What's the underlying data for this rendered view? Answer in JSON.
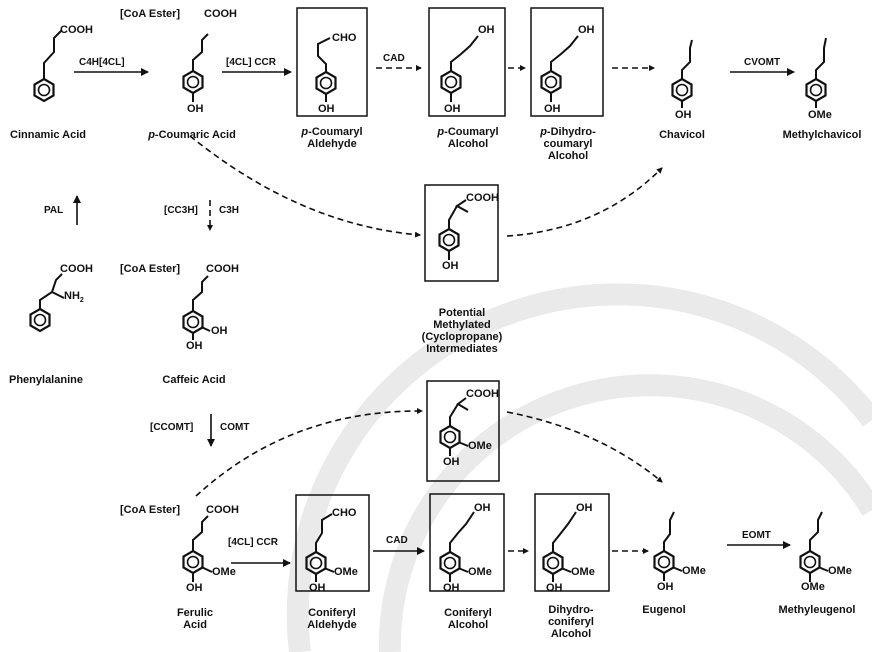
{
  "colors": {
    "ink": "#111111",
    "watermark": "#d9d9d9",
    "background": "#ffffff"
  },
  "compounds": {
    "cinnamic_acid": "Cinnamic Acid",
    "p_coumaric_acid": "p-Coumaric Acid",
    "p_coumaryl_aldehyde": "p-Coumaryl\nAldehyde",
    "p_coumaryl_alcohol": "p-Coumaryl\nAlcohol",
    "p_dihydrocoumaryl_alcohol": "p-Dihydro-\ncoumaryl\nAlcohol",
    "chavicol": "Chavicol",
    "methylchavicol": "Methylchavicol",
    "phenylalanine": "Phenylalanine",
    "caffeic_acid": "Caffeic Acid",
    "intermediates": "Potential\nMethylated\n(Cyclopropane)\nIntermediates",
    "ferulic_acid": "Ferulic\nAcid",
    "coniferyl_aldehyde": "Coniferyl\nAldehyde",
    "coniferyl_alcohol": "Coniferyl\nAlcohol",
    "dihydroconiferyl_alcohol": "Dihydro-\nconiferyl\nAlcohol",
    "eugenol": "Eugenol",
    "methyleugenol": "Methyleugenol"
  },
  "enzymes": {
    "c4h_4cl": "C4H[4CL]",
    "4cl_ccr_top": "[4CL] CCR",
    "cad_top": "CAD",
    "cvomt": "CVOMT",
    "pal": "PAL",
    "cc3h": "[CC3H]",
    "c3h": "C3H",
    "ccomt": "[CCOMT]",
    "comt": "COMT",
    "4cl_ccr_bottom": "[4CL] CCR",
    "cad_bottom": "CAD",
    "eomt": "EOMT"
  },
  "groups": {
    "cooh": "COOH",
    "cho": "CHO",
    "oh": "OH",
    "ome": "OMe",
    "nh": "NH",
    "nh_sub": "2",
    "coa_ester": "[CoA Ester]"
  }
}
